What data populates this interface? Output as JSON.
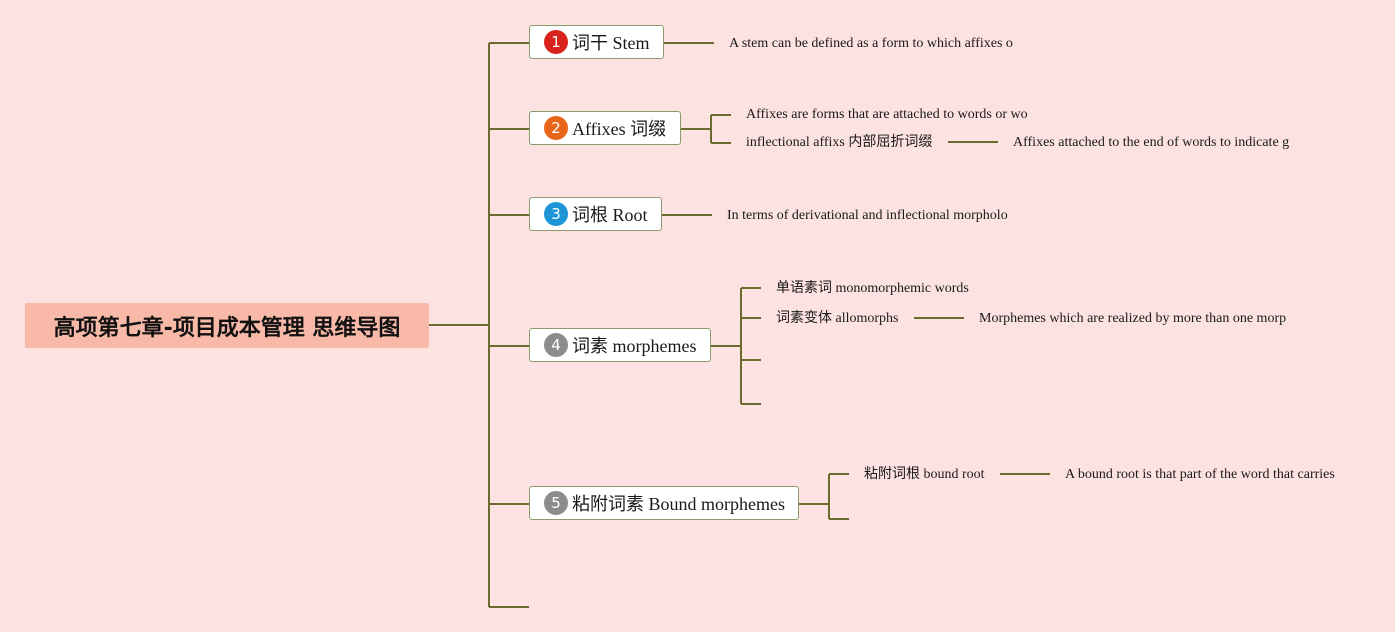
{
  "root": {
    "title": "高项第七章-项目成本管理 思维导图"
  },
  "colors": {
    "background": "#fde2e2",
    "line": "#6b6b2e",
    "root_fill": "#f8b9a8",
    "badge_1": "#d9231d",
    "badge_2": "#e8661a",
    "badge_3": "#1e95d6",
    "badge_4": "#8c8c8c",
    "badge_5": "#8c8c8c"
  },
  "topics": [
    {
      "number": "1",
      "label": "词干 Stem",
      "notes": [
        "A stem can be defined as a form to which affixes o"
      ]
    },
    {
      "number": "2",
      "label": "Affixes 词缀",
      "notes": [
        "Affixes are forms that are attached to words or wo",
        "inflectional affixs 内部屈折词缀",
        "Affixes attached to the end of words to indicate g"
      ]
    },
    {
      "number": "3",
      "label": "词根 Root",
      "notes": [
        "In terms of derivational and inflectional morpholo"
      ]
    },
    {
      "number": "4",
      "label": "词素 morphemes",
      "notes": [
        "单语素词 monomorphemic words",
        "词素变体 allomorphs",
        "Morphemes which are realized by more than one morp"
      ]
    },
    {
      "number": "5",
      "label": "粘附词素 Bound morphemes",
      "notes": [
        "粘附词根 bound root",
        "A bound root is that part of the word that carries"
      ]
    }
  ]
}
